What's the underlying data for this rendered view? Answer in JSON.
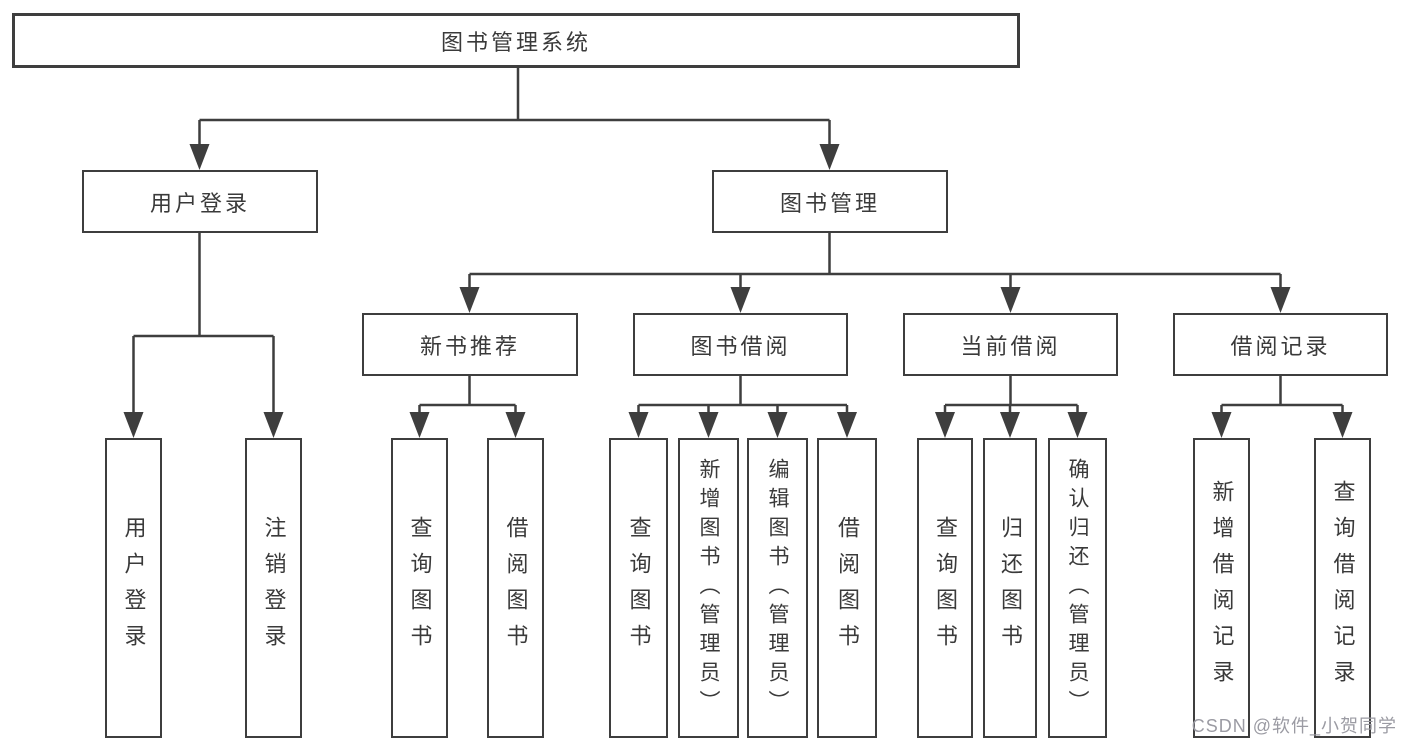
{
  "diagram": {
    "root_label": "图书管理系统",
    "watermark": "CSDN @软件_小贺同学",
    "line_color": "#3e3e3e",
    "branches": [
      {
        "label": "用户登录",
        "leaves": [
          "用户登录",
          "注销登录"
        ]
      },
      {
        "label": "图书管理",
        "children": [
          {
            "label": "新书推荐",
            "leaves": [
              "查询图书",
              "借阅图书"
            ]
          },
          {
            "label": "图书借阅",
            "leaves": [
              "查询图书",
              "新增图书（管理员）",
              "编辑图书（管理员）",
              "借阅图书"
            ]
          },
          {
            "label": "当前借阅",
            "leaves": [
              "查询图书",
              "归还图书",
              "确认归还（管理员）"
            ]
          },
          {
            "label": "借阅记录",
            "leaves": [
              "新增借阅记录",
              "查询借阅记录"
            ]
          }
        ]
      }
    ]
  }
}
